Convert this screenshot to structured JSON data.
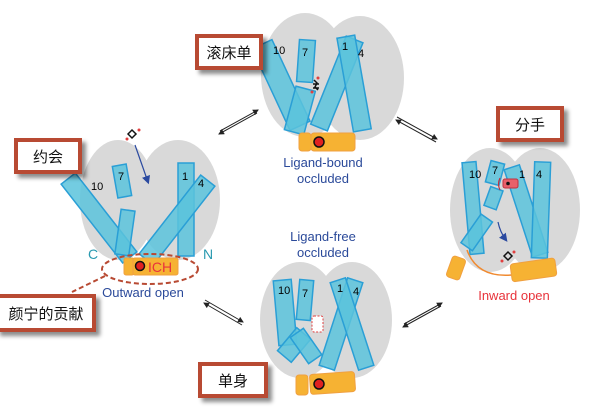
{
  "labels": {
    "top": "滚床单",
    "left": "约会",
    "right": "分手",
    "bottom": "单身",
    "ich_note": "颜宁的贡献"
  },
  "states": {
    "top": {
      "caption_line1": "Ligand-bound",
      "caption_line2": "occluded"
    },
    "left": {
      "caption": "Outward open",
      "ich": "ICH",
      "c_term": "C",
      "n_term": "N"
    },
    "right": {
      "caption": "Inward open"
    },
    "bottom": {
      "caption_line1": "Ligand-free",
      "caption_line2": "occluded"
    }
  },
  "helix_numbers": [
    "10",
    "7",
    "1",
    "4"
  ],
  "colors": {
    "helix": "#5bc3dc",
    "helix_stroke": "#2a9fd6",
    "lobe": "#d9d9d9",
    "domain": "#f6b233",
    "label_border": "#b84a33",
    "ligand_dot": "#e02020"
  }
}
